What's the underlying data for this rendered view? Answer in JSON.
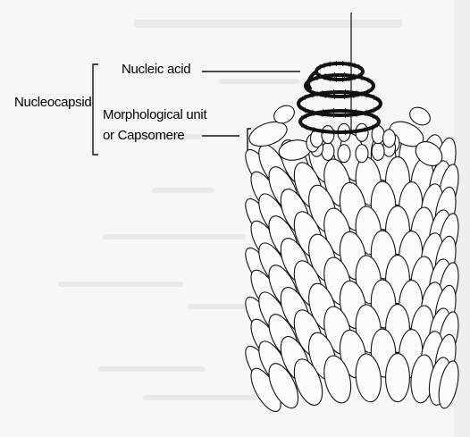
{
  "labels": {
    "nucleocapsid": "Nucleocapsid",
    "nucleic_acid": "Nucleic acid",
    "morphological_unit": "Morphological unit",
    "capsomere": "or Capsomere"
  },
  "colors": {
    "paper": "#f7f7f5",
    "ghost_text": "#e7e7e4",
    "ink": "#111111"
  }
}
